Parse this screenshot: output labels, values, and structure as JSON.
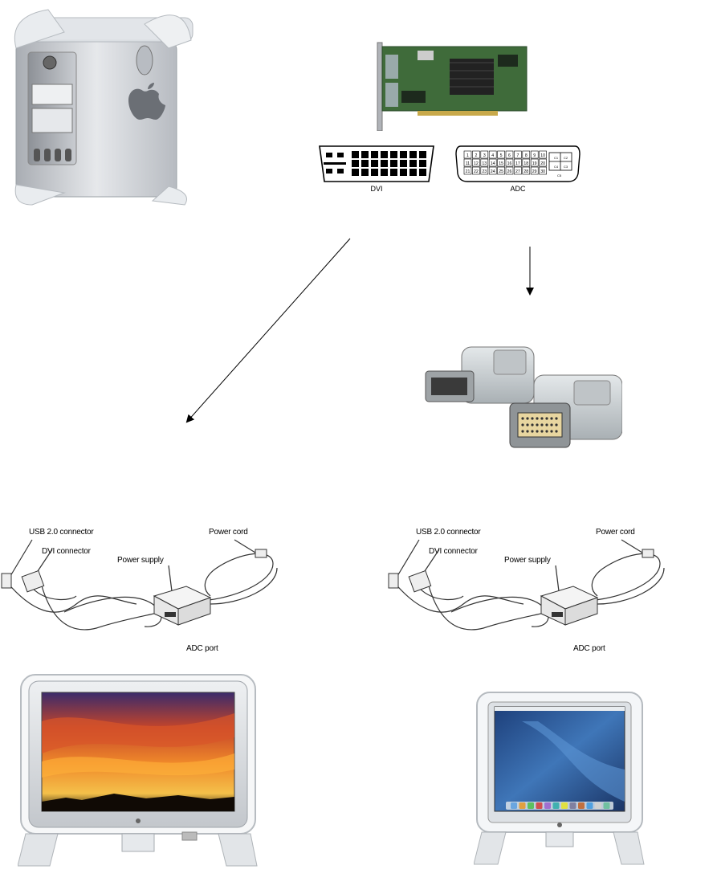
{
  "connectors": {
    "dvi_label": "DVI",
    "adc_label": "ADC",
    "adc_pins": [
      "1",
      "2",
      "3",
      "4",
      "5",
      "6",
      "7",
      "8",
      "9",
      "10",
      "11",
      "12",
      "13",
      "14",
      "15",
      "16",
      "17",
      "18",
      "19",
      "20",
      "21",
      "22",
      "23",
      "24",
      "25",
      "26",
      "27",
      "28",
      "29",
      "30"
    ],
    "adc_small_labels": [
      "C1",
      "C2",
      "C3",
      "C4",
      "C5"
    ]
  },
  "cable_left": {
    "usb_label": "USB 2.0 connector",
    "dvi_label": "DVI connector",
    "power_supply_label": "Power supply",
    "power_cord_label": "Power cord",
    "adc_port_label": "ADC port"
  },
  "cable_right": {
    "usb_label": "USB 2.0 connector",
    "dvi_label": "DVI connector",
    "power_supply_label": "Power supply",
    "power_cord_label": "Power cord",
    "adc_port_label": "ADC port"
  },
  "colors": {
    "power_mac_silver": "#c8cbd0",
    "pcb_green": "#3f6b3a",
    "sunset_orange": "#e8742a",
    "desktop_blue": "#2f5c9a"
  },
  "icons": [
    "apple-logo-icon"
  ]
}
